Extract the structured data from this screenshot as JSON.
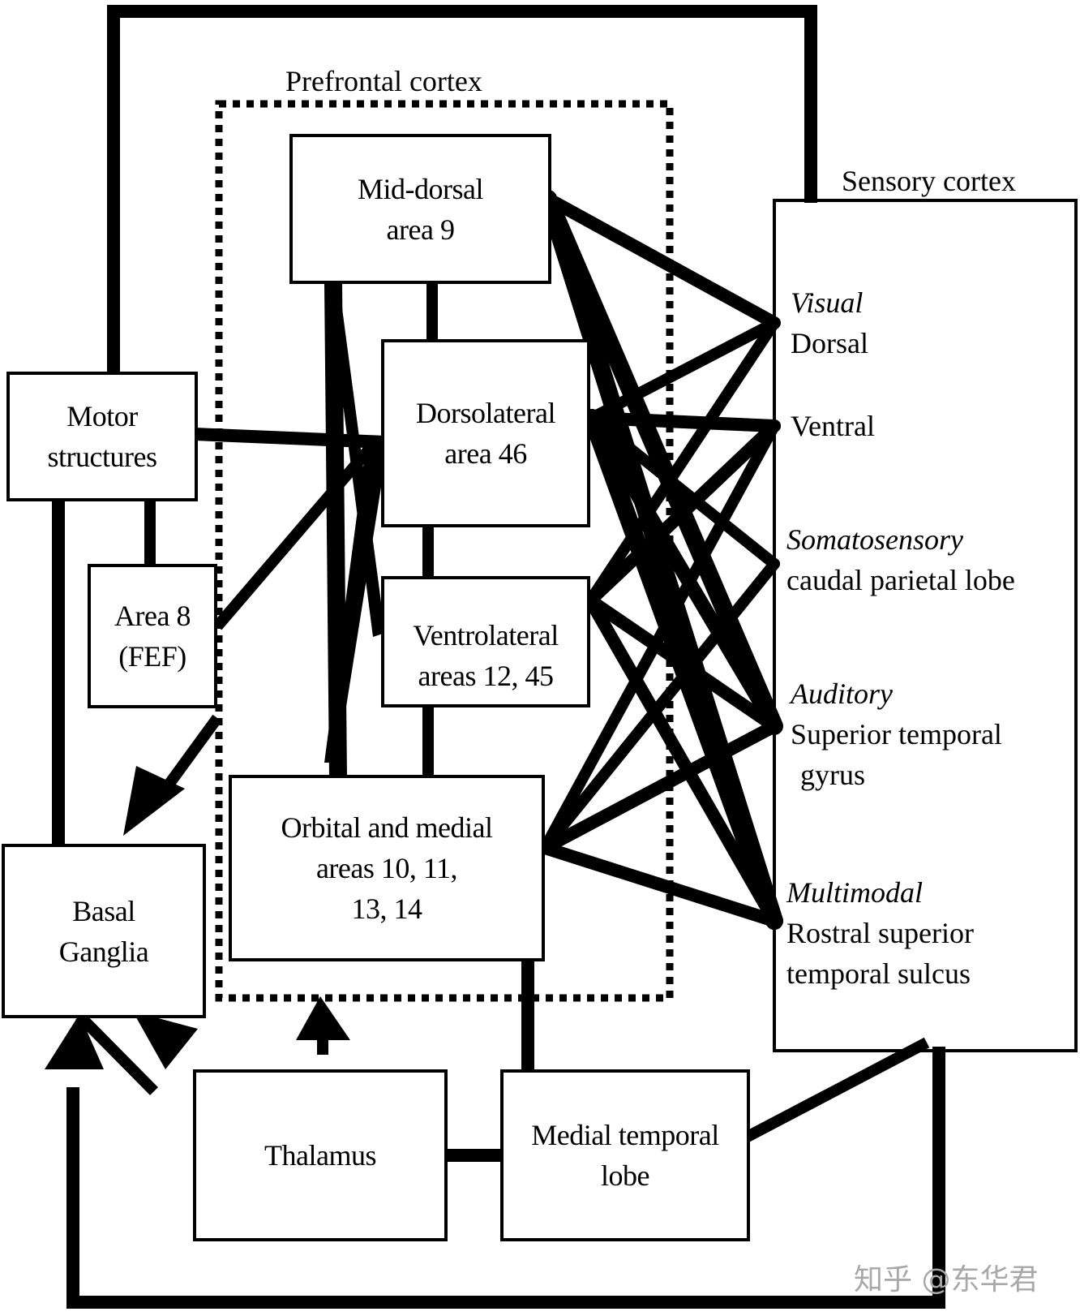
{
  "title": "Prefrontal cortex connectivity diagram",
  "group_labels": {
    "prefrontal": "Prefrontal cortex",
    "sensory": "Sensory cortex"
  },
  "prefrontal_boxes": {
    "mid_dorsal": [
      "Mid-dorsal",
      "area 9"
    ],
    "dorsolateral": [
      "Dorsolateral",
      "area 46"
    ],
    "ventrolateral": [
      "Ventrolateral",
      "areas 12, 45"
    ],
    "orbital_medial": [
      "Orbital and medial",
      "areas 10, 11,",
      "13, 14"
    ]
  },
  "other_boxes": {
    "motor": [
      "Motor",
      "structures"
    ],
    "area8": [
      "Area 8",
      "(FEF)"
    ],
    "basal_ganglia": [
      "Basal",
      "Ganglia"
    ],
    "thalamus": [
      "Thalamus"
    ],
    "medial_temporal": [
      "Medial temporal",
      "lobe"
    ]
  },
  "sensory_regions": [
    {
      "modality": "Visual",
      "area": "Dorsal"
    },
    {
      "modality": "",
      "area": "Ventral"
    },
    {
      "modality": "Somatosensory",
      "area": "caudal parietal lobe"
    },
    {
      "modality": "Auditory",
      "area": "Superior temporal gyrus"
    },
    {
      "modality": "Multimodal",
      "area": "Rostral superior temporal sulcus"
    }
  ],
  "sensory_lines": {
    "auditory": [
      "Superior temporal",
      " gyrus"
    ],
    "multimodal": [
      "Rostral superior",
      "temporal sulcus"
    ]
  },
  "watermark": "知乎 @东华君",
  "colors": {
    "ink": "#000000",
    "paper": "#ffffff",
    "watermark": "#a8a8a8"
  }
}
